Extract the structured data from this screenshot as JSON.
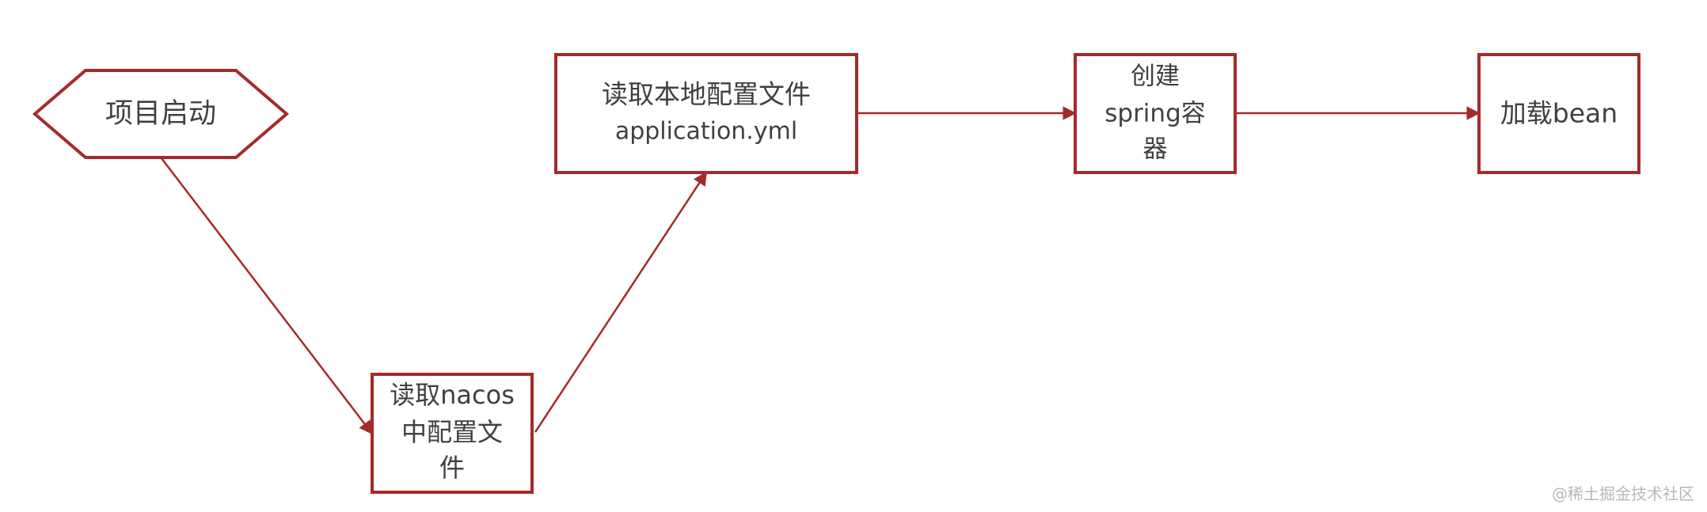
{
  "colors": {
    "stroke": "#A52A2A",
    "text": "#404040"
  },
  "nodes": {
    "start": {
      "label": "项目启动"
    },
    "read_nacos": {
      "lines": [
        "读取nacos",
        "中配置文",
        "件"
      ]
    },
    "read_local": {
      "lines": [
        "读取本地配置文件",
        "application.yml"
      ]
    },
    "create_spring": {
      "lines": [
        "创建",
        "spring容",
        "器"
      ]
    },
    "load_bean": {
      "label": "加载bean"
    }
  },
  "watermark": "@稀土掘金技术社区"
}
